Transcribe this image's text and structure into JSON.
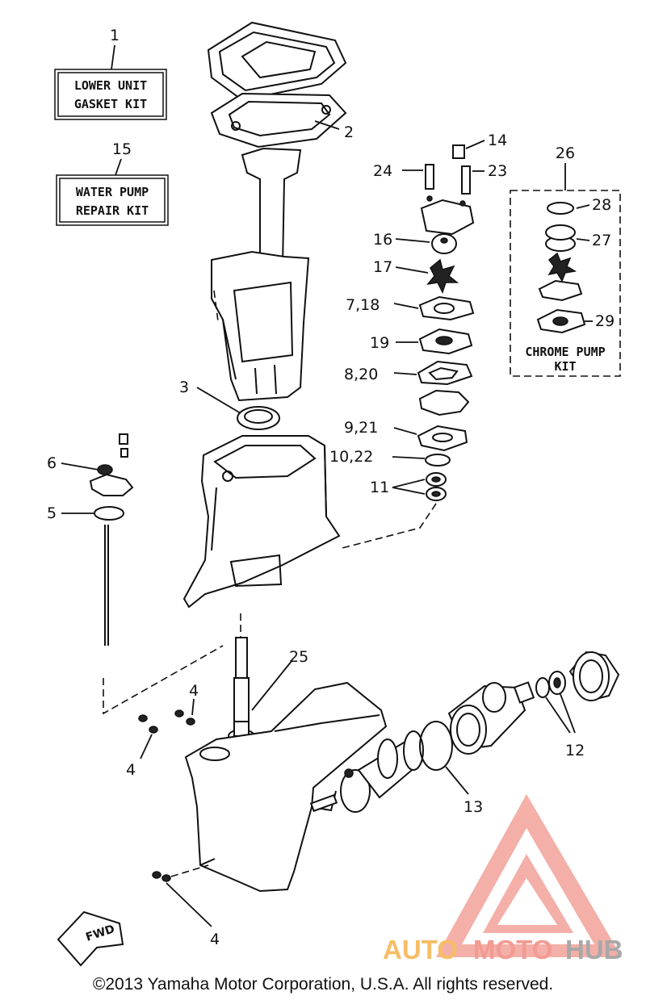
{
  "kits": {
    "lower_unit_number": "1",
    "lower_unit_line1": "LOWER UNIT",
    "lower_unit_line2": "GASKET KIT",
    "water_pump_number": "15",
    "water_pump_line1": "WATER PUMP",
    "water_pump_line2": "REPAIR KIT",
    "chrome_pump_number": "26",
    "chrome_pump_line1": "CHROME PUMP",
    "chrome_pump_line2": "KIT"
  },
  "callouts": {
    "c2": "2",
    "c3": "3",
    "c4a": "4",
    "c4b": "4",
    "c4c": "4",
    "c5": "5",
    "c6": "6",
    "c7_18": "7,18",
    "c8_20": "8,20",
    "c9_21": "9,21",
    "c10_22": "10,22",
    "c11": "11",
    "c12": "12",
    "c13": "13",
    "c14": "14",
    "c16": "16",
    "c17": "17",
    "c19": "19",
    "c23": "23",
    "c24": "24",
    "c25": "25",
    "c27": "27",
    "c28": "28",
    "c29": "29"
  },
  "fwd_label": "FWD",
  "watermark": {
    "part1": "AUTO",
    "part2": "MOTO",
    "part3": "HUB",
    "color_orange": "#f6b24a",
    "color_red": "#f08a80",
    "color_gray": "#9a9a9a"
  },
  "copyright": "©2013 Yamaha Motor Corporation, U.S.A. All rights reserved."
}
